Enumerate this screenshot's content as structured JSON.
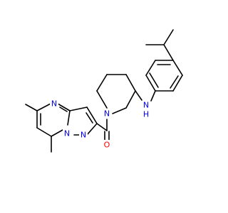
{
  "colors": {
    "background": "#ffffff",
    "bond": "#000000",
    "nitrogen": "#0000ff",
    "oxygen": "#ff0000"
  },
  "atoms": {
    "n_pyrimidine_top": "N",
    "n_bridgehead": "N",
    "n_pyrazole": "N",
    "n_piperidine": "N",
    "carbonyl_oxygen": "O",
    "amine_n": "N",
    "amine_h": "H"
  }
}
